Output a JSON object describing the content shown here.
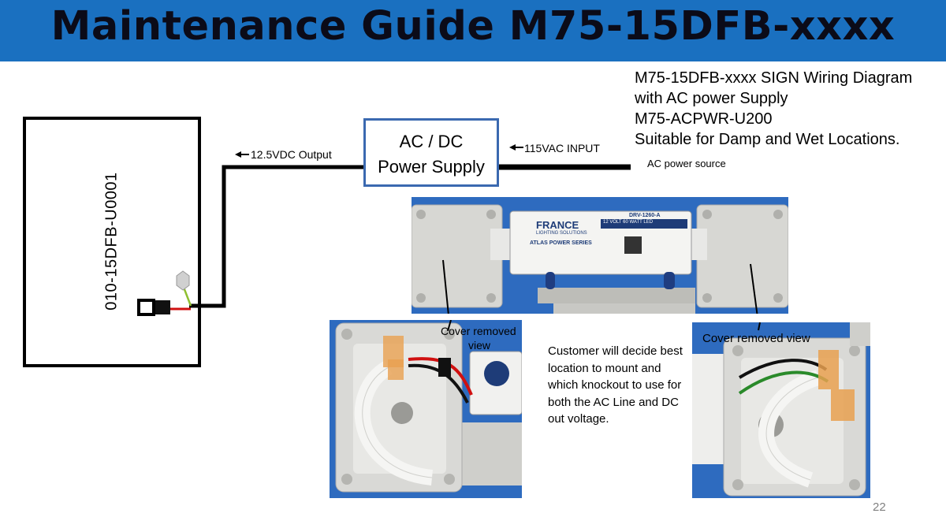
{
  "header": {
    "title": "Maintenance Guide M75-15DFB-xxxx"
  },
  "info_lines": [
    "M75-15DFB-xxxx SIGN Wiring Diagram",
    "with AC power Supply",
    "M75-ACPWR-U200",
    "Suitable for Damp and Wet Locations."
  ],
  "diagram": {
    "sign_label": "010-15DFB-U0001",
    "psu_line1": "AC / DC",
    "psu_line2": "Power Supply",
    "dc_output_label": "12.5VDC Output",
    "ac_input_label": "115VAC INPUT",
    "ac_source_label": "AC power source"
  },
  "top_photo": {
    "brand": "FRANCE",
    "brand_sub": "LIGHTING SOLUTIONS",
    "series": "ATLAS POWER SERIES",
    "model": "DRV-1260-A",
    "rating": "12 VOLT 60 WATT LED"
  },
  "left_photo": {
    "caption_line1": "Cover removed",
    "caption_line2": "view"
  },
  "right_photo": {
    "caption": "Cover removed view"
  },
  "note": "Customer will decide best location to mount and which knockout to use for both the AC Line and DC out voltage.",
  "page_number": "22",
  "colors": {
    "header_bg": "#1a70c0",
    "psu_border": "#3b69b0",
    "photo_bg": "#2e6bbf"
  }
}
